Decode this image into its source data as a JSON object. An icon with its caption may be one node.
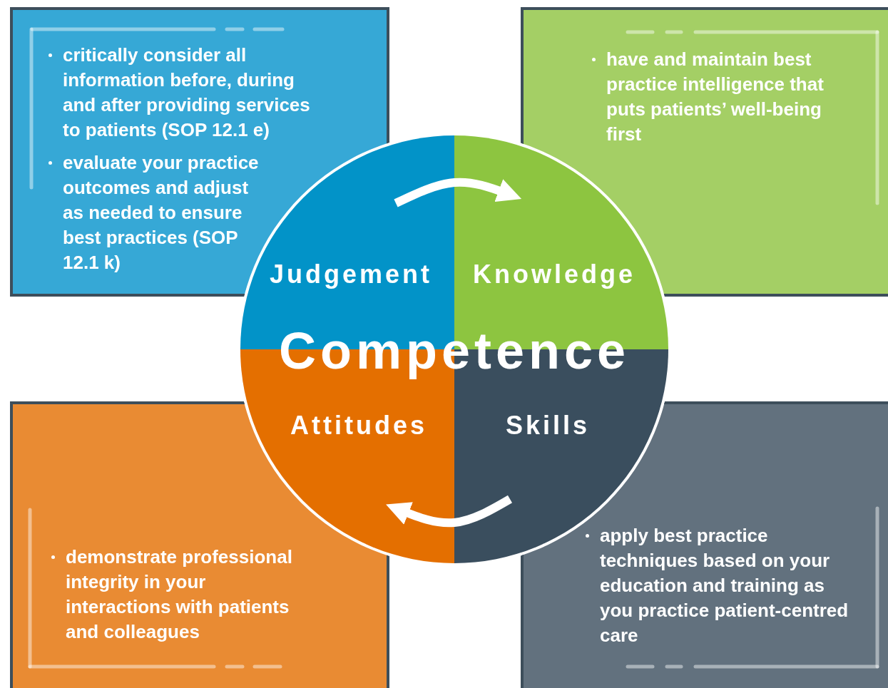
{
  "diagram": {
    "nodes": [
      {
        "text": [
          "critically consider all information before, during and after providing services to patients (SOP 12.1 e)",
          "evaluate your practice outcomes and adjust as needed to ensure best practices (SOP 12.1 k)"
        ]
      },
      {
        "text": [
          "have and maintain best practice intelligence that puts patients’ well-being first"
        ]
      },
      {
        "text": [
          "Competence"
        ]
      },
      {
        "text": [
          "Judgement"
        ],
        "in": 2
      },
      {
        "text": [
          "Knowledge"
        ],
        "in": 2
      },
      {
        "text": [
          "Attitudes"
        ],
        "in": 2
      },
      {
        "text": [
          "Skills"
        ],
        "in": 2
      },
      {
        "text": [
          "demonstrate professional integrity in your interactions with patients and colleagues"
        ]
      },
      {
        "text": [
          "apply best practice techniques based on your education and training as you practice patient-centred care"
        ]
      }
    ]
  }
}
